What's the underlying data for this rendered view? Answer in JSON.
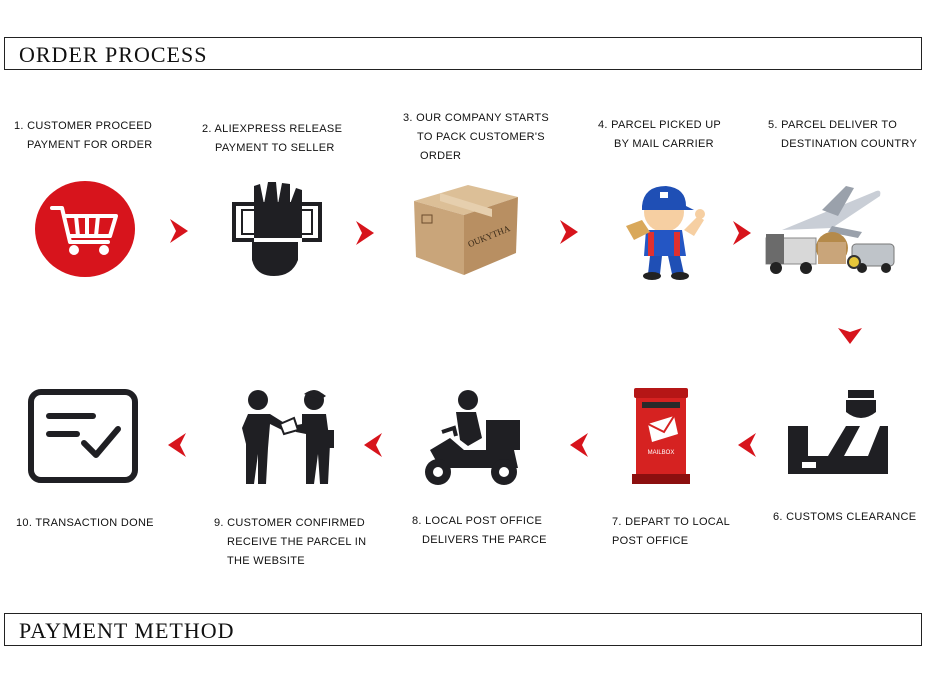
{
  "order_section": {
    "title": "ORDER PROCESS"
  },
  "payment_section": {
    "title": "PAYMENT METHOD"
  },
  "steps": [
    {
      "lines": [
        "1. CUSTOMER PROCEED",
        "PAYMENT FOR ORDER"
      ],
      "icon": "shopping-cart-icon"
    },
    {
      "lines": [
        "2. ALIEXPRESS RELEASE",
        "PAYMENT TO SELLER"
      ],
      "icon": "yen-payment-icon"
    },
    {
      "lines": [
        "3. OUR COMPANY STARTS",
        "TO PACK CUSTOMER'S",
        "ORDER"
      ],
      "icon": "cardboard-box-icon",
      "box_text": "OUKYTHA"
    },
    {
      "lines": [
        "4. PARCEL PICKED UP",
        "BY MAIL CARRIER"
      ],
      "icon": "mail-carrier-icon"
    },
    {
      "lines": [
        "5. PARCEL DELIVER TO",
        "DESTINATION COUNTRY"
      ],
      "icon": "plane-and-trucks-icon"
    },
    {
      "lines": [
        "6. CUSTOMS CLEARANCE"
      ],
      "icon": "customs-icon"
    },
    {
      "lines": [
        "7. DEPART TO LOCAL",
        "POST OFFICE"
      ],
      "icon": "mailbox-icon",
      "mailbox_text": "MAILBOX"
    },
    {
      "lines": [
        "8. LOCAL POST OFFICE",
        "DELIVERS THE PARCE"
      ],
      "icon": "delivery-scooter-icon"
    },
    {
      "lines": [
        "9. CUSTOMER CONFIRMED",
        "RECEIVE THE PARCEL IN",
        "THE WEBSITE"
      ],
      "icon": "handover-icon"
    },
    {
      "lines": [
        "10. TRANSACTION DONE"
      ],
      "icon": "checklist-done-icon"
    }
  ],
  "colors": {
    "accent": "#d7141c",
    "dark": "#1f1f23",
    "box": "#c9a57a",
    "mailbox": "#d62221"
  }
}
